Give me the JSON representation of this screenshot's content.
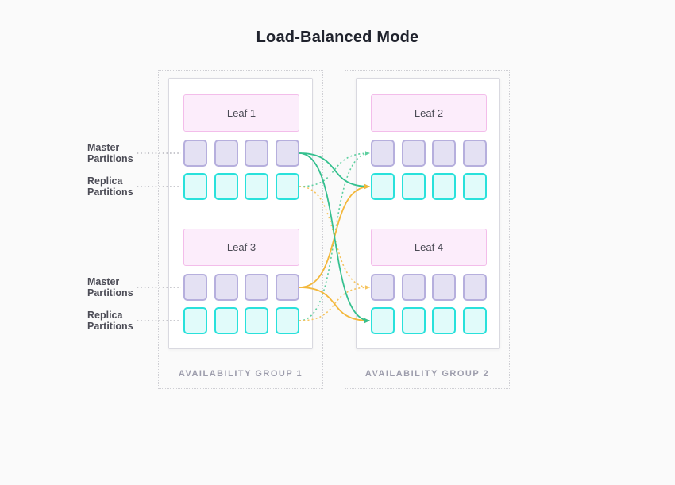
{
  "title": "Load-Balanced Mode",
  "colors": {
    "page_bg": "#fafafa",
    "title_text": "#20232d",
    "green": "#35c08f",
    "green_dotted": "#5ecf9f",
    "orange": "#f3b83c",
    "orange_dotted": "#f6c45f",
    "leader": "#b6b6bd",
    "leaf_bg": "#fcedfb",
    "leaf_border": "#f3bdea",
    "leaf_text": "#4b4b55",
    "master_bg": "#e4e1f3",
    "master_border": "#b6afdd",
    "replica_bg": "#e1fbfa",
    "replica_border": "#29e1db",
    "card_border": "#d9d9e0",
    "dashed_border": "#cfcfd4",
    "label_text": "#4c4c56",
    "group_label_text": "#9d9dac"
  },
  "side_labels": [
    {
      "line1": "Master",
      "line2": "Partitions",
      "row": "leaf1-master"
    },
    {
      "line1": "Replica",
      "line2": "Partitions",
      "row": "leaf1-replica"
    },
    {
      "line1": "Master",
      "line2": "Partitions",
      "row": "leaf3-master"
    },
    {
      "line1": "Replica",
      "line2": "Partitions",
      "row": "leaf3-replica"
    }
  ],
  "groups": [
    {
      "label": "AVAILABILITY GROUP 1",
      "leaves": [
        {
          "name": "Leaf 1"
        },
        {
          "name": "Leaf 3"
        }
      ]
    },
    {
      "label": "AVAILABILITY GROUP 2",
      "leaves": [
        {
          "name": "Leaf 2"
        },
        {
          "name": "Leaf 4"
        }
      ]
    }
  ],
  "partitions_per_row": 4,
  "connections": [
    {
      "from": "leaf1-replica",
      "to": "leaf2-master",
      "color": "green",
      "style": "dotted"
    },
    {
      "from": "leaf3-replica",
      "to": "leaf2-master",
      "color": "green",
      "style": "dotted"
    },
    {
      "from": "leaf1-replica",
      "to": "leaf4-master",
      "color": "orange",
      "style": "dotted"
    },
    {
      "from": "leaf3-replica",
      "to": "leaf4-master",
      "color": "orange",
      "style": "dotted"
    },
    {
      "from": "leaf1-master",
      "to": "leaf2-replica",
      "color": "green",
      "style": "solid"
    },
    {
      "from": "leaf3-master",
      "to": "leaf2-replica",
      "color": "orange",
      "style": "solid"
    },
    {
      "from": "leaf3-master",
      "to": "leaf4-replica",
      "color": "orange",
      "style": "solid"
    },
    {
      "from": "leaf1-master",
      "to": "leaf4-replica",
      "color": "green",
      "style": "solid"
    }
  ]
}
